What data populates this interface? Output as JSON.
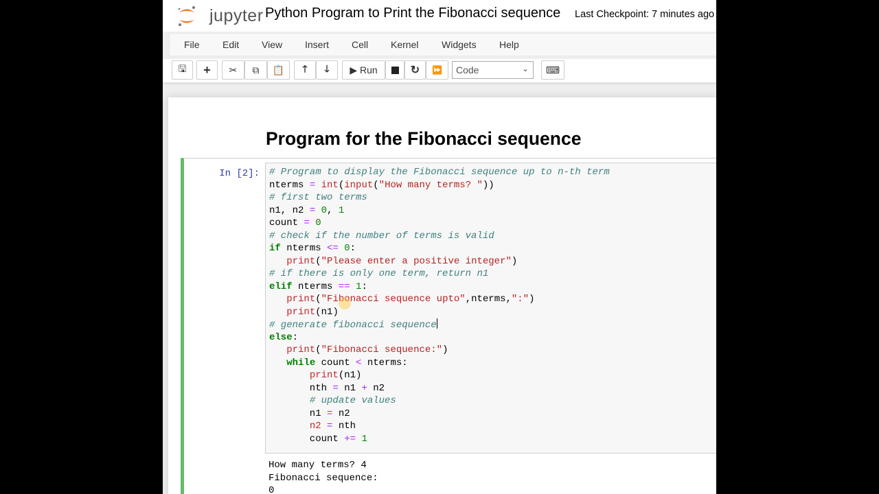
{
  "header": {
    "logo_text": "jupyter",
    "title": "Python Program to Print the Fibonacci sequence",
    "checkpoint": "Last Checkpoint: 7 minutes ago"
  },
  "menu": [
    "File",
    "Edit",
    "View",
    "Insert",
    "Cell",
    "Kernel",
    "Widgets",
    "Help"
  ],
  "toolbar": {
    "run_label": "Run",
    "cell_type": "Code",
    "icons": [
      "save-icon",
      "plus-icon",
      "cut-icon",
      "copy-icon",
      "paste-icon",
      "arrow-up-icon",
      "arrow-down-icon",
      "play-icon",
      "stop-icon",
      "restart-icon",
      "fast-forward-icon",
      "keyboard-icon"
    ]
  },
  "markdown": {
    "heading": "Program for the Fibonacci sequence"
  },
  "cell": {
    "prompt": "In [2]:",
    "code": [
      [
        [
          "cm",
          "# Program to display the Fibonacci sequence up to n-th term"
        ]
      ],
      [
        [
          "",
          "nterms "
        ],
        [
          "op",
          "="
        ],
        [
          "",
          " "
        ],
        [
          "bi",
          "int"
        ],
        [
          "",
          "("
        ],
        [
          "bi",
          "input"
        ],
        [
          "",
          "("
        ],
        [
          "st",
          "\"How many terms? \""
        ],
        [
          "",
          "))"
        ]
      ],
      [
        [
          "cm",
          "# first two terms"
        ]
      ],
      [
        [
          "",
          "n1, n2 "
        ],
        [
          "op",
          "="
        ],
        [
          "",
          " "
        ],
        [
          "nu",
          "0"
        ],
        [
          "",
          ", "
        ],
        [
          "nu",
          "1"
        ]
      ],
      [
        [
          "",
          "count "
        ],
        [
          "op",
          "="
        ],
        [
          "",
          " "
        ],
        [
          "nu",
          "0"
        ]
      ],
      [
        [
          "cm",
          "# check if the number of terms is valid"
        ]
      ],
      [
        [
          "kw",
          "if"
        ],
        [
          "",
          " nterms "
        ],
        [
          "op",
          "<="
        ],
        [
          "",
          " "
        ],
        [
          "nu",
          "0"
        ],
        [
          "",
          ":"
        ]
      ],
      [
        [
          "",
          "   "
        ],
        [
          "bi",
          "print"
        ],
        [
          "",
          "("
        ],
        [
          "st",
          "\"Please enter a positive integer\""
        ],
        [
          "",
          ")"
        ]
      ],
      [
        [
          "cm",
          "# if there is only one term, return n1"
        ]
      ],
      [
        [
          "kw",
          "elif"
        ],
        [
          "",
          " nterms "
        ],
        [
          "op",
          "=="
        ],
        [
          "",
          " "
        ],
        [
          "nu",
          "1"
        ],
        [
          "",
          ":"
        ]
      ],
      [
        [
          "",
          "   "
        ],
        [
          "bi",
          "print"
        ],
        [
          "",
          "("
        ],
        [
          "st",
          "\"Fibonacci sequence upto\""
        ],
        [
          "",
          ",nterms,"
        ],
        [
          "st",
          "\":\""
        ],
        [
          "",
          ")"
        ]
      ],
      [
        [
          "",
          "   "
        ],
        [
          "bi",
          "print"
        ],
        [
          "",
          "(n1)"
        ]
      ],
      [
        [
          "cm",
          "# generate fibonacci sequence"
        ],
        [
          "cursor",
          ""
        ]
      ],
      [
        [
          "kw",
          "else"
        ],
        [
          "",
          ":"
        ]
      ],
      [
        [
          "",
          "   "
        ],
        [
          "bi",
          "print"
        ],
        [
          "",
          "("
        ],
        [
          "st",
          "\"Fibonacci sequence:\""
        ],
        [
          "",
          ")"
        ]
      ],
      [
        [
          "",
          "   "
        ],
        [
          "kw",
          "while"
        ],
        [
          "",
          " count "
        ],
        [
          "op",
          "<"
        ],
        [
          "",
          " nterms:"
        ]
      ],
      [
        [
          "",
          "       "
        ],
        [
          "bi",
          "print"
        ],
        [
          "",
          "(n1)"
        ]
      ],
      [
        [
          "",
          "       nth "
        ],
        [
          "op",
          "="
        ],
        [
          "",
          " n1 "
        ],
        [
          "op",
          "+"
        ],
        [
          "",
          " n2"
        ]
      ],
      [
        [
          "",
          "       "
        ],
        [
          "cm",
          "# update values"
        ]
      ],
      [
        [
          "",
          "       n1 "
        ],
        [
          "op",
          "="
        ],
        [
          "",
          " n2"
        ]
      ],
      [
        [
          "",
          "       "
        ],
        [
          "vr",
          "n2"
        ],
        [
          "",
          " "
        ],
        [
          "op",
          "="
        ],
        [
          "",
          " nth"
        ]
      ],
      [
        [
          "",
          "       count "
        ],
        [
          "op",
          "+="
        ],
        [
          "",
          " "
        ],
        [
          "nu",
          "1"
        ]
      ]
    ],
    "output": [
      "How many terms? 4",
      "Fibonacci sequence:",
      "0"
    ]
  },
  "colors": {
    "cell_border": "#66bb6a",
    "prompt": "#303f9f",
    "logo_orange": "#f37726"
  }
}
